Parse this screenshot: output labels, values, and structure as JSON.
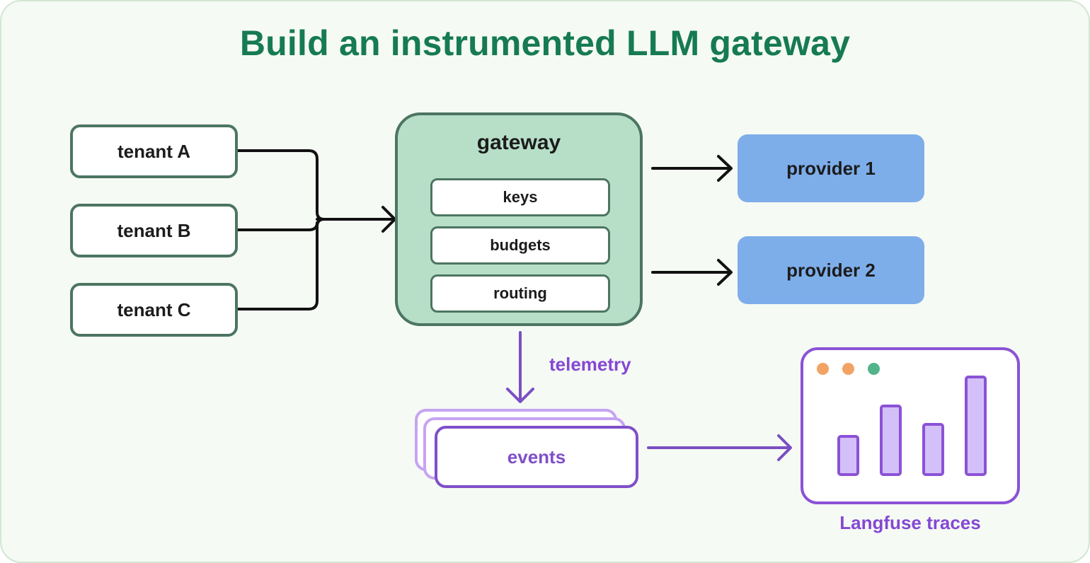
{
  "title": "Build an instrumented LLM gateway",
  "tenants": [
    "tenant A",
    "tenant B",
    "tenant C"
  ],
  "gateway": {
    "label": "gateway",
    "components": [
      "keys",
      "budgets",
      "routing"
    ]
  },
  "providers": [
    "provider 1",
    "provider 2"
  ],
  "telemetry_label": "telemetry",
  "events_label": "events",
  "dashboard": {
    "caption": "Langfuse traces",
    "dot_colors": [
      "#f2a363",
      "#f2a363",
      "#52b48a"
    ],
    "bar_levels": [
      0.36,
      0.63,
      0.47,
      0.89
    ]
  },
  "colors": {
    "title": "#167a52",
    "tenant_border": "#4c7562",
    "gateway_fill": "#b7dfc8",
    "provider_fill": "#7eaeea",
    "telemetry": "#8448d4",
    "dashboard_bar": "#d4c0f8"
  }
}
